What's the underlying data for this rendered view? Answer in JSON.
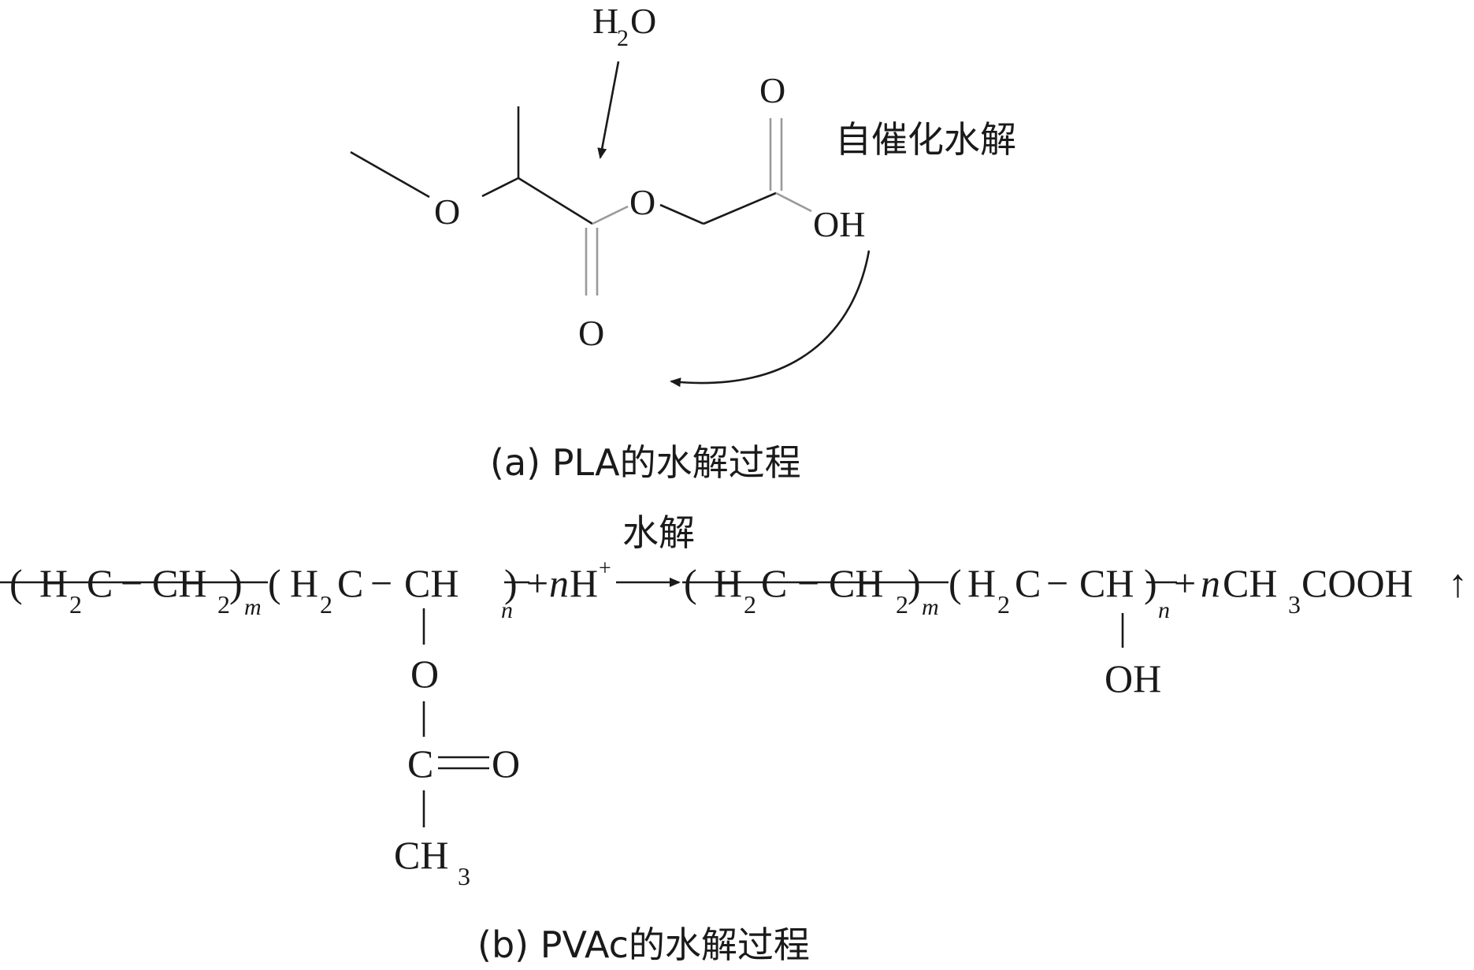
{
  "panel_a": {
    "reagent_h": "H",
    "reagent_sub": "2",
    "reagent_o": "O",
    "ester_o": "O",
    "ether_o": "O",
    "carbonyl_o_bottom": "O",
    "carbonyl_o_top": "O",
    "hydroxyl": "OH",
    "autocatalysis_label": "自催化水解",
    "caption": "(a) PLA的水解过程"
  },
  "panel_b": {
    "arrow_label": "水解",
    "r_open1": "(",
    "r_h2c_1": "H",
    "r_h2c_1_sub": "2",
    "r_h2c_1_c": "C",
    "r_dash_1": "−",
    "r_ch2_1": "CH",
    "r_ch2_1_sub": "2",
    "r_close1": ")",
    "r_m": "m",
    "r_open2": "(",
    "r_h2c_2": "H",
    "r_h2c_2_sub": "2",
    "r_h2c_2_c": "C",
    "r_dash_2": "−",
    "r_ch": "CH",
    "r_close2": ")",
    "r_n": "n",
    "r_plus": "+",
    "r_nh": "n",
    "r_h": "H",
    "r_hplus": "+",
    "p_open1": "(",
    "p_h2c_1": "H",
    "p_h2c_1_sub": "2",
    "p_h2c_1_c": "C",
    "p_dash_1": "−",
    "p_ch2_1": "CH",
    "p_ch2_1_sub": "2",
    "p_close1": ")",
    "p_m": "m",
    "p_open2": "(",
    "p_h2c_2": "H",
    "p_h2c_2_sub": "2",
    "p_h2c_2_c": "C",
    "p_dash_2": "−",
    "p_ch": "CH",
    "p_close2": ")",
    "p_n": "n",
    "p_plus": "+",
    "p_nch3": "n",
    "p_ch3": "CH",
    "p_ch3_sub": "3",
    "p_cooh": "COOH",
    "gas_arrow": "↑",
    "side_o": "O",
    "side_c": "C",
    "side_eq_o": "O",
    "side_ch3": "CH",
    "side_ch3_sub": "3",
    "product_oh": "OH",
    "caption": "(b) PVAc的水解过程"
  }
}
